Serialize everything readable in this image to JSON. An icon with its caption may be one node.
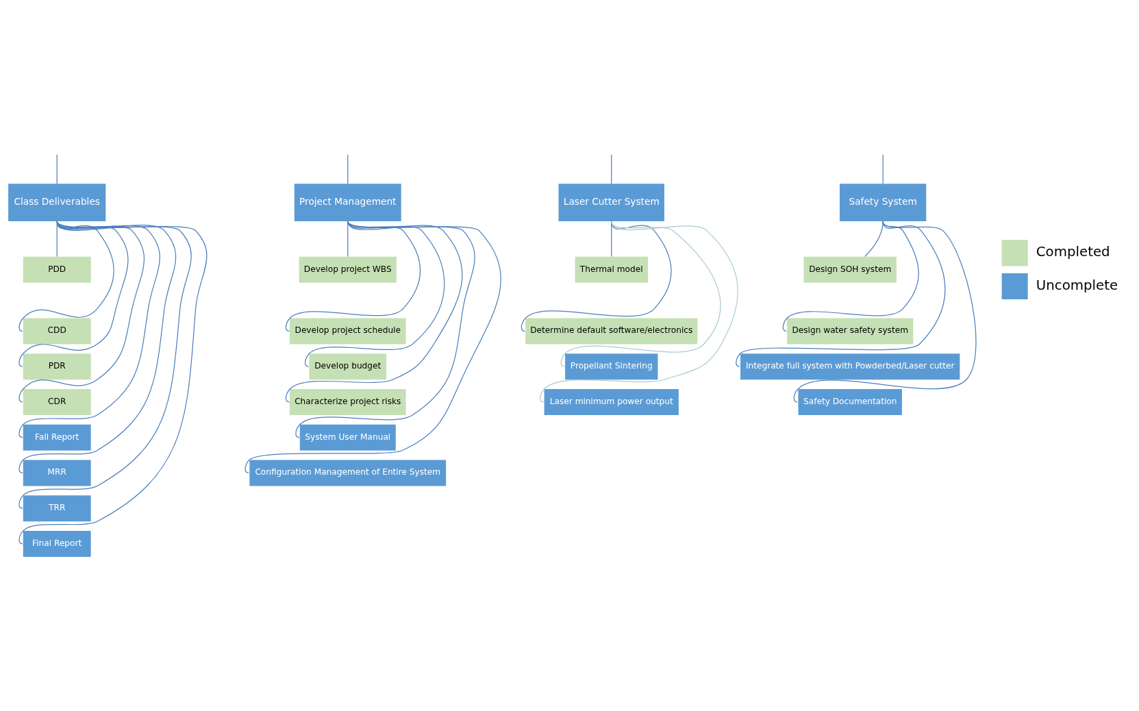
{
  "diagram": {
    "nodes": [
      {
        "text": [
          "Class Deliverables"
        ]
      },
      {
        "text": [
          "PDD"
        ]
      },
      {
        "text": [
          "CDD"
        ]
      },
      {
        "text": [
          "PDR"
        ]
      },
      {
        "text": [
          "CDR"
        ]
      },
      {
        "text": [
          "Fall Report"
        ]
      },
      {
        "text": [
          "MRR"
        ]
      },
      {
        "text": [
          "TRR"
        ]
      },
      {
        "text": [
          "Final Report"
        ]
      },
      {
        "text": [
          "Project Management"
        ]
      },
      {
        "text": [
          "Develop project WBS"
        ]
      },
      {
        "text": [
          "Develop project schedule"
        ]
      },
      {
        "text": [
          "Develop budget"
        ]
      },
      {
        "text": [
          "Characterize project risks"
        ]
      },
      {
        "text": [
          "System User Manual"
        ]
      },
      {
        "text": [
          "Configuration Management of Entire System"
        ]
      },
      {
        "text": [
          "Laser Cutter System"
        ]
      },
      {
        "text": [
          "Thermal model"
        ]
      },
      {
        "text": [
          "Determine default software/electronics"
        ]
      },
      {
        "text": [
          "Propellant Sintering"
        ]
      },
      {
        "text": [
          "Laser minimum power output"
        ]
      },
      {
        "text": [
          "Safety System"
        ]
      },
      {
        "text": [
          "Design SOH system"
        ]
      },
      {
        "text": [
          "Design water safety system"
        ]
      },
      {
        "text": [
          "Integrate full system with Powderbed/Laser cutter"
        ]
      },
      {
        "text": [
          "Safety Documentation"
        ]
      }
    ],
    "edges": [
      {
        "from": null,
        "to": 0,
        "arrow": "none"
      },
      {
        "from": null,
        "to": 9,
        "arrow": "none"
      },
      {
        "from": null,
        "to": 16,
        "arrow": "none"
      },
      {
        "from": null,
        "to": 21,
        "arrow": "none"
      },
      {
        "from": 0,
        "to": 1,
        "arrow": "none"
      },
      {
        "from": 0,
        "to": 2,
        "arrow": "none"
      },
      {
        "from": 0,
        "to": 3,
        "arrow": "none"
      },
      {
        "from": 0,
        "to": 4,
        "arrow": "none"
      },
      {
        "from": 0,
        "to": 5,
        "arrow": "none"
      },
      {
        "from": 0,
        "to": 6,
        "arrow": "none"
      },
      {
        "from": 0,
        "to": 7,
        "arrow": "none"
      },
      {
        "from": 0,
        "to": 8,
        "arrow": "none"
      },
      {
        "from": 9,
        "to": 10,
        "arrow": "none"
      },
      {
        "from": 9,
        "to": 11,
        "arrow": "none"
      },
      {
        "from": 9,
        "to": 12,
        "arrow": "none"
      },
      {
        "from": 9,
        "to": 13,
        "arrow": "none"
      },
      {
        "from": 9,
        "to": 14,
        "arrow": "none"
      },
      {
        "from": 9,
        "to": 15,
        "arrow": "none"
      },
      {
        "from": 16,
        "to": 17,
        "arrow": "none"
      },
      {
        "from": 16,
        "to": 18,
        "arrow": "none"
      },
      {
        "from": 16,
        "to": 19,
        "arrow": "none",
        "color": "#a9cbd3"
      },
      {
        "from": 16,
        "to": 20,
        "arrow": "none",
        "color": "#a9cbd3"
      },
      {
        "from": 21,
        "to": 22,
        "arrow": "none"
      },
      {
        "from": 21,
        "to": 23,
        "arrow": "none"
      },
      {
        "from": 21,
        "to": 24,
        "arrow": "none"
      },
      {
        "from": 21,
        "to": 25,
        "arrow": "none"
      }
    ],
    "legend": [
      {
        "text": "Completed",
        "color": "#c5e0b4"
      },
      {
        "text": "Uncomplete",
        "color": "#5b9bd5"
      }
    ]
  }
}
